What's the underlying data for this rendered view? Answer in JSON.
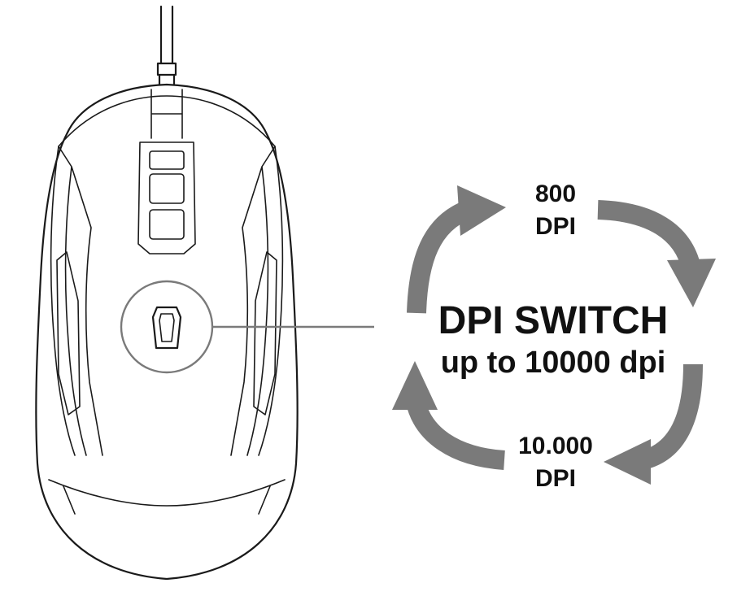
{
  "diagram": {
    "top_label": {
      "line1": "800",
      "line2": "DPI"
    },
    "bottom_label": {
      "line1": "10.000",
      "line2": "DPI"
    },
    "center_title": "DPI SWITCH",
    "center_subtitle": "up to 10000 dpi"
  },
  "colors": {
    "outline": "#1a1a1a",
    "arrow": "#7a7a7a",
    "callout": "#7a7a7a",
    "text": "#111111"
  },
  "icons": [
    "mouse-illustration",
    "dpi-button",
    "cycle-arrow"
  ]
}
